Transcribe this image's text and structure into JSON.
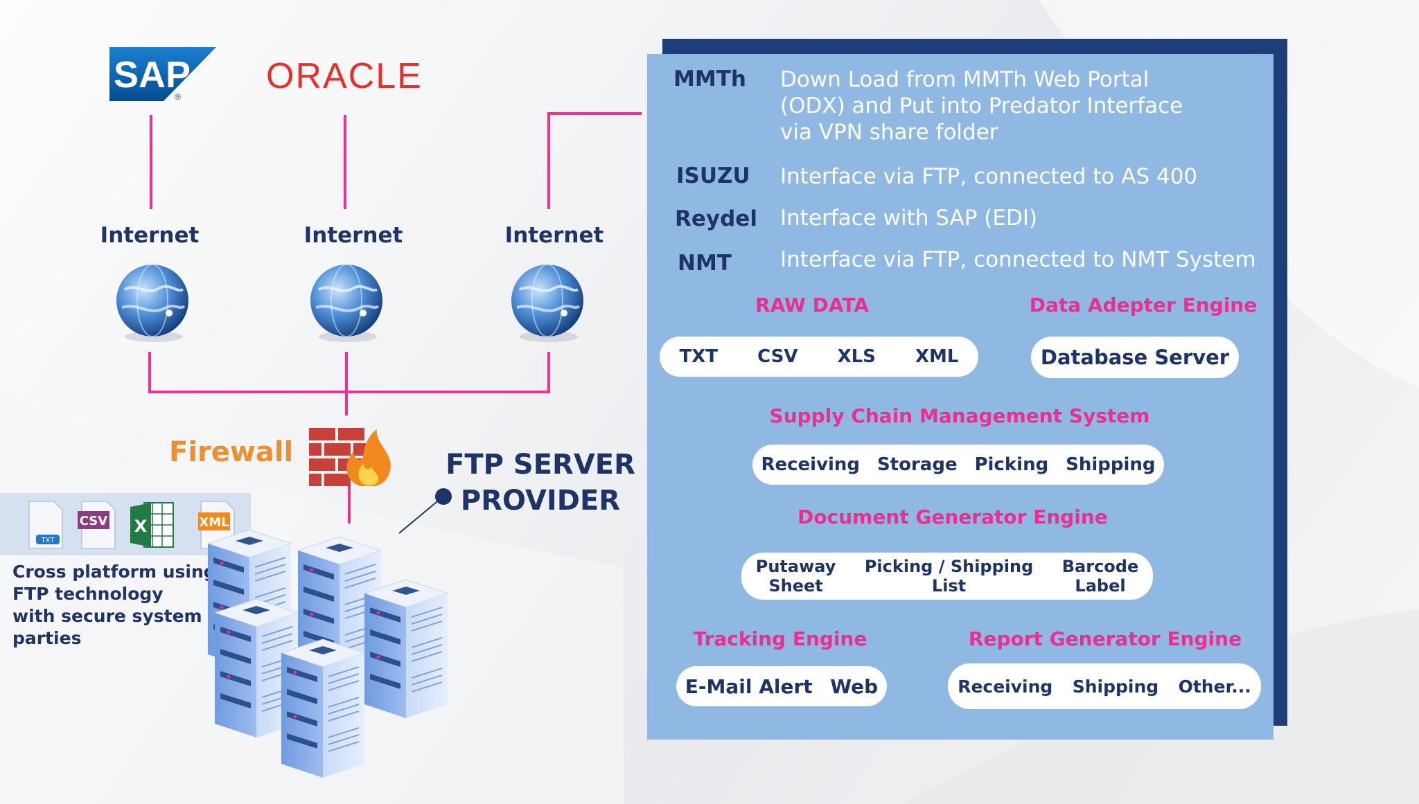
{
  "logos": {
    "sap": "SAP",
    "oracle": "ORACLE"
  },
  "internet": [
    "Internet",
    "Internet",
    "Internet"
  ],
  "firewall": {
    "label": "Firewall"
  },
  "ftp_server": {
    "label_line1": "FTP SERVER",
    "label_line2": "PROVIDER"
  },
  "file_types": {
    "txt": "TXT",
    "csv": "CSV",
    "xls": "X",
    "xml": "XML"
  },
  "cross_platform": {
    "lines": [
      "Cross platform using",
      "FTP technology",
      "with secure system",
      "parties"
    ]
  },
  "customers": [
    {
      "key": "MMTh",
      "lines": [
        "Down Load from MMTh Web Portal",
        "(ODX) and Put into Predator Interface",
        "via VPN share folder"
      ]
    },
    {
      "key": "ISUZU",
      "lines": [
        "Interface via FTP, connected to AS 400"
      ]
    },
    {
      "key": "Reydel",
      "lines": [
        "Interface with SAP (EDI)"
      ]
    },
    {
      "key": "NMT",
      "lines": [
        "Interface via FTP, connected to NMT System"
      ]
    }
  ],
  "raw_data": {
    "title": "RAW DATA",
    "items": [
      "TXT",
      "CSV",
      "XLS",
      "XML"
    ]
  },
  "data_adapter": {
    "title": "Data Adepter Engine",
    "item": "Database Server"
  },
  "scm": {
    "title": "Supply Chain Management System",
    "items": [
      "Receiving",
      "Storage",
      "Picking",
      "Shipping"
    ]
  },
  "doc_gen": {
    "title": "Document Generator Engine",
    "items": [
      {
        "l1": "Putaway",
        "l2": "Sheet"
      },
      {
        "l1": "Picking / Shipping",
        "l2": "List"
      },
      {
        "l1": "Barcode",
        "l2": "Label"
      }
    ]
  },
  "tracking": {
    "title": "Tracking Engine",
    "items": [
      "E-Mail Alert",
      "Web"
    ]
  },
  "report_gen": {
    "title": "Report Generator Engine",
    "items": [
      "Receiving",
      "Shipping",
      "Other..."
    ]
  },
  "colors": {
    "navy": "#1d3468",
    "pink": "#ec2e8c",
    "line_pink": "#f0308f",
    "orange": "#ec8f31",
    "panel": "#8fb8e3",
    "panel_shadow": "#1d3e78",
    "sap_blue": "#0a5fa8",
    "oracle_red": "#e8302b"
  }
}
